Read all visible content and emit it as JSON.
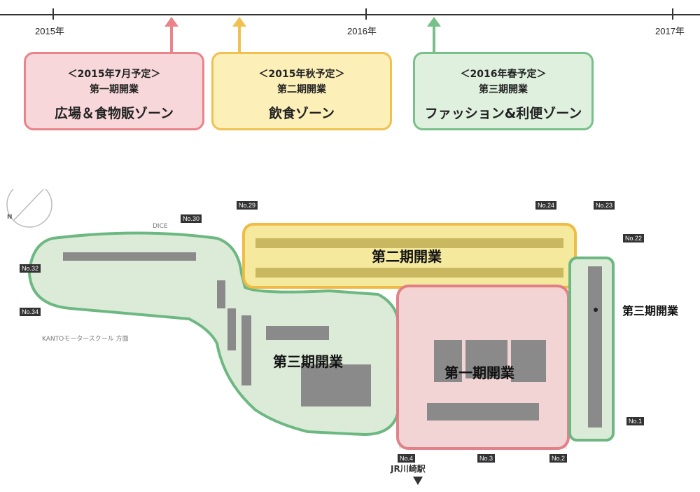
{
  "timeline": {
    "years": [
      "2015年",
      "2016年",
      "2017年"
    ],
    "colors": {
      "phase1": "#e8848a",
      "phase2": "#f0c050",
      "phase3": "#78c08a"
    }
  },
  "phases": [
    {
      "line1": "＜2015年7月予定＞",
      "line2": "第一期開業",
      "line3": "広場＆食物販ゾーン"
    },
    {
      "line1": "＜2015年秋予定＞",
      "line2": "第二期開業",
      "line3": "飲食ゾーン"
    },
    {
      "line1": "＜2016年春予定＞",
      "line2": "第三期開業",
      "line3": "ファッション&利便ゾーン"
    }
  ],
  "map": {
    "zone_labels": {
      "phase2": "第二期開業",
      "phase3_left": "第三期開業",
      "phase1": "第一期開業",
      "phase3_right": "第三期開業"
    },
    "markers": {
      "n": "N",
      "dice": "DICE",
      "station": "JR川崎駅",
      "kanto": "KANTOモータースクール 方面",
      "no30": "No.30",
      "no29": "No.29",
      "no24": "No.24",
      "no23": "No.23",
      "no22": "No.22",
      "no32": "No.32",
      "no34": "No.34",
      "no1": "No.1",
      "no2": "No.2",
      "no3": "No.3",
      "no4": "No.4"
    }
  }
}
